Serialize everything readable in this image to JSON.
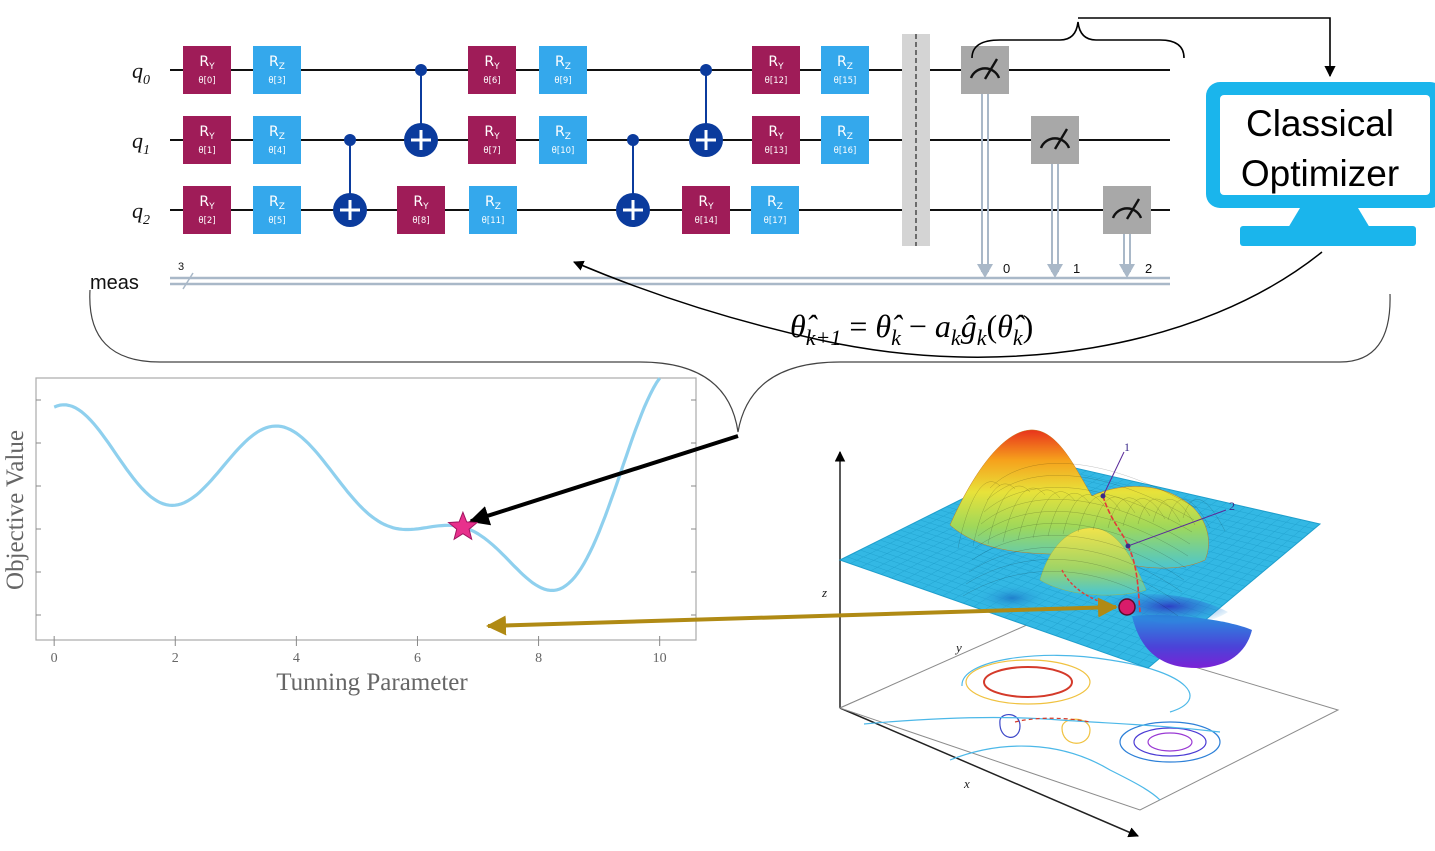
{
  "circuit": {
    "qubits": [
      {
        "name": "q",
        "sub": "0"
      },
      {
        "name": "q",
        "sub": "1"
      },
      {
        "name": "q",
        "sub": "2"
      }
    ],
    "meas_label": "meas",
    "meas_count": "3",
    "gates": [
      {
        "type": "RY",
        "wire": 0,
        "param": "θ[0]"
      },
      {
        "type": "RY",
        "wire": 1,
        "param": "θ[1]"
      },
      {
        "type": "RY",
        "wire": 2,
        "param": "θ[2]"
      },
      {
        "type": "RZ",
        "wire": 0,
        "param": "θ[3]"
      },
      {
        "type": "RZ",
        "wire": 1,
        "param": "θ[4]"
      },
      {
        "type": "RZ",
        "wire": 2,
        "param": "θ[5]"
      },
      {
        "type": "RY",
        "wire": 0,
        "param": "θ[6]"
      },
      {
        "type": "RY",
        "wire": 1,
        "param": "θ[7]"
      },
      {
        "type": "RY",
        "wire": 2,
        "param": "θ[8]"
      },
      {
        "type": "RZ",
        "wire": 0,
        "param": "θ[9]"
      },
      {
        "type": "RZ",
        "wire": 1,
        "param": "θ[10]"
      },
      {
        "type": "RZ",
        "wire": 2,
        "param": "θ[11]"
      },
      {
        "type": "RY",
        "wire": 0,
        "param": "θ[12]"
      },
      {
        "type": "RY",
        "wire": 1,
        "param": "θ[13]"
      },
      {
        "type": "RY",
        "wire": 2,
        "param": "θ[14]"
      },
      {
        "type": "RZ",
        "wire": 0,
        "param": "θ[15]"
      },
      {
        "type": "RZ",
        "wire": 1,
        "param": "θ[16]"
      },
      {
        "type": "RZ",
        "wire": 2,
        "param": "θ[17]"
      }
    ],
    "measure_bits": [
      "0",
      "1",
      "2"
    ]
  },
  "optimizer": {
    "line1": "Classical",
    "line2": "Optimizer",
    "color": "#1ab5ec"
  },
  "update_rule": {
    "theta": "θ̂",
    "sub_next": "k+1",
    "equals": " = ",
    "sub_k": "k",
    "minus": " − ",
    "a": "a",
    "g": "ĝ",
    "paren_open": "(",
    "paren_close": ")"
  },
  "chart_data": {
    "type": "line",
    "xlabel": "Tunning Parameter",
    "ylabel": "Objective Value",
    "xlim": [
      -0.3,
      10.6
    ],
    "ylim": [
      -1.7,
      1.9
    ],
    "x_ticks": [
      "0",
      "2",
      "4",
      "6",
      "8",
      "10"
    ],
    "series_color": "#8fd0ee",
    "minimum_marker": {
      "x": 6.75,
      "color": "#e8308c"
    }
  },
  "surface": {
    "axis_x": "x",
    "axis_y": "y",
    "axis_z": "z",
    "point_labels": [
      "1",
      "2"
    ]
  },
  "colors": {
    "ry_gate": "#9f1c58",
    "rz_gate": "#34a8ec",
    "cnot": "#0b3b9d",
    "measure": "#a8a8a8",
    "arrow_gold": "#b08a14"
  }
}
